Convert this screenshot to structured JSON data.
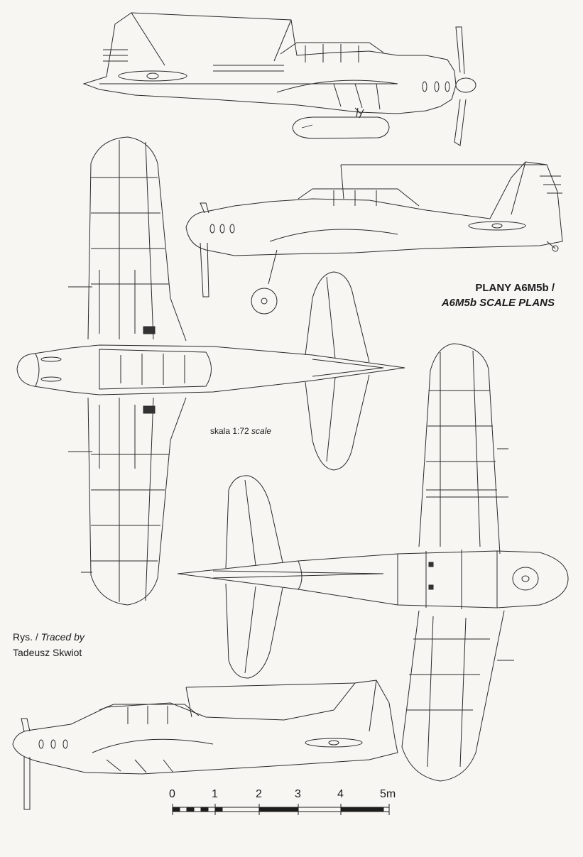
{
  "title": {
    "line1": "PLANY A6M5b /",
    "line2": "A6M5b SCALE PLANS"
  },
  "scale_label": {
    "text": "skala 1:72",
    "italic": "scale"
  },
  "credit": {
    "prefix": "Rys. / ",
    "italic": "Traced by",
    "name": "Tadeusz Skwiot"
  },
  "scale_bar": {
    "labels": [
      "0",
      "1",
      "2",
      "3",
      "4",
      "5m"
    ]
  },
  "colors": {
    "paper": "#f7f6f3",
    "ink": "#1c1c1c"
  }
}
